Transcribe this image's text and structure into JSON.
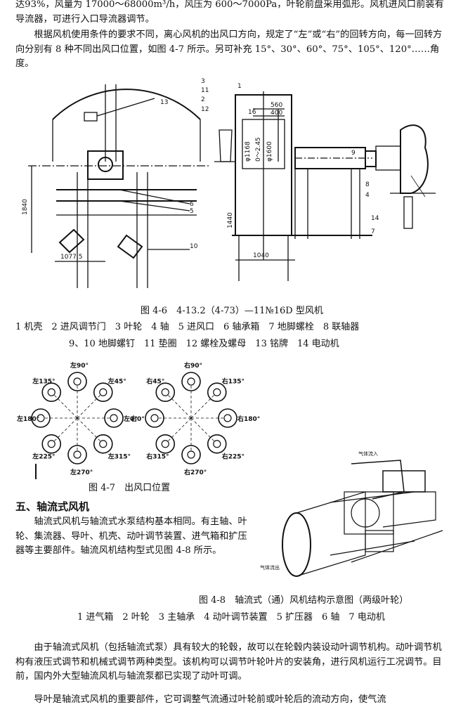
{
  "paragraphs": {
    "p1": "达93%，风量为 17000～68000m³/h，风压为 600～7000Pa，叶轮前盘采用弧形。风机进风口前装有导流器，可进行入口导流器调节。",
    "p2": "根据风机使用条件的要求不同，离心风机的出风口方向，规定了“左”或“右”的回转方向，每一回转方向分别有 8 种不同出风口位置，如图 4-7 所示。另可补充 15°、30°、60°、75°、105°、120°……角度。",
    "p3": "轴流式风机与轴流式水泵结构基本相同。有主轴、叶轮、集流器、导叶、机壳、动叶调节装置、进气箱和扩压器等主要部件。轴流风机结构型式见图 4-8 所示。",
    "p4": "由于轴流式风机（包括轴流式泵）具有较大的轮毂，故可以在轮毂内装设动叶调节机构。动叶调节机构有液压式调节和机械式调节两种类型。该机构可以调节叶轮叶片的安装角，进行风机运行工况调节。目前，国内外大型轴流风机与轴流泵都已实现了动叶可调。",
    "p5": "导叶是轴流式风机的重要部件，它可调整气流通过叶轮前或叶轮后的流动方向，使气流"
  },
  "section_heading": "五、轴流式风机",
  "fig46": {
    "caption": "图 4-6　4-13.2（4-73）—11№16D 型风机",
    "legend_line1": "1 机壳　2 进风调节门　3 叶轮　4 轴　5 进风口　6 轴承箱　7 地脚螺栓　8 联轴器",
    "legend_line2": "9、10 地脚螺钉　11 垫圈　12 螺栓及螺母　13 铭牌　14 电动机",
    "dims": {
      "d1840": "1840",
      "d1077": "1077.5",
      "d1440": "1440",
      "d1040": "1040",
      "d560": "560",
      "d400": "400",
      "d1168": "φ1168",
      "d1600": "φ1600",
      "d0_2": "0～2.45"
    },
    "callouts": [
      "13",
      "6",
      "5",
      "10",
      "3",
      "11",
      "2",
      "1",
      "16",
      "12",
      "9",
      "8",
      "4",
      "14",
      "7"
    ]
  },
  "fig47": {
    "caption": "图 4-7　出风口位置",
    "left_labels": [
      "左90°",
      "左45°",
      "左0°",
      "左315°",
      "左270°",
      "左225°",
      "左180°",
      "左135°"
    ],
    "right_labels": [
      "右90°",
      "右135°",
      "右180°",
      "右225°",
      "右270°",
      "右315°",
      "右0°",
      "右45°"
    ]
  },
  "fig48": {
    "caption": "图 4-8　轴流式（通）风机结构示意图（两级叶轮）",
    "legend": "1 进气箱　2 叶轮　3 主轴承　4 动叶调节装置　5 扩压器　6 轴　7 电动机",
    "label_in": "气体流入",
    "label_out": "气体流出"
  }
}
